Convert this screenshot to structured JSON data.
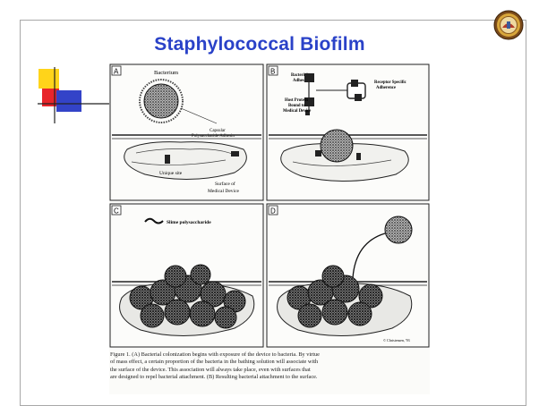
{
  "slide": {
    "title": "Staphylococcal Biofilm",
    "seal_icon": "state-seal-icon",
    "decoration_icon": "square-crosshair-decoration"
  },
  "figure": {
    "panel_a": {
      "letter": "A",
      "bacterium_label": "Bacterium",
      "capsular_label_1": "Capsular",
      "capsular_label_2": "Polysaccharide  Adhesin",
      "unique_sites_label": "Unique  site",
      "surface_label_1": "Surface  of",
      "surface_label_2": "Medical  Device"
    },
    "panel_b": {
      "letter": "B",
      "bacterial_adhesin_1": "Bacterial",
      "bacterial_adhesin_2": "Adhesin",
      "host_protein_1": "Host  Protein",
      "host_protein_2": "Bound  to",
      "host_protein_3": "Medical  Device",
      "receptor_1": "Receptor  Specific",
      "receptor_2": "Adherence"
    },
    "panel_c": {
      "letter": "C",
      "slime_label": "Slime  polysaccharide"
    },
    "panel_d": {
      "letter": "D",
      "credit": "© Christensen, '93"
    },
    "caption": "Figure 1.  (A) Bacterial colonization begins with exposure of the device to bacteria. By virtue\nof mass effect, a certain proportion of the bacteria in the bathing solution will associate with\nthe surface of the device. This association will always take place, even with surfaces that\nare designed to repel bacterial attachment. (B) Resulting bacterial attachment to the surface."
  },
  "colors": {
    "title": "#2a42c8",
    "deco_yellow": "#ffd41a",
    "deco_red": "#e8252b",
    "deco_blue": "#3343c8",
    "frame": "#a8a8a8"
  }
}
